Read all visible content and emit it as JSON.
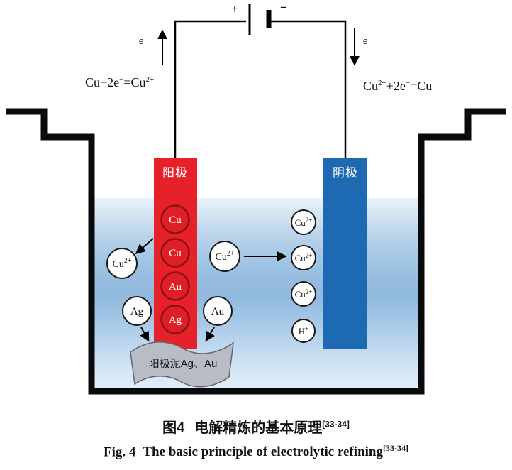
{
  "figure": {
    "battery": {
      "plus": "+",
      "minus": "−"
    },
    "electron": {
      "base": "e",
      "sup": "−"
    },
    "eq_left": {
      "p1": "Cu−2e",
      "s1": "−",
      "p2": "=Cu",
      "s2": "2+"
    },
    "eq_right": {
      "p1": "Cu",
      "s1": "2+",
      "p2": "+2e",
      "s2": "−",
      "p3": "=Cu"
    },
    "anode": {
      "label": "阳极",
      "particles": [
        "Cu",
        "Cu",
        "Au",
        "Ag"
      ]
    },
    "cathode": {
      "label": "阴极"
    },
    "ions": {
      "cu_base": "Cu",
      "cu_sup": "2+",
      "h_base": "H",
      "h_sup": "+",
      "ag": "Ag",
      "au": "Au"
    },
    "slime": {
      "label": "阳极泥Ag、Au"
    }
  },
  "captions": {
    "zh_label": "图4",
    "zh_title": "电解精炼的基本原理",
    "zh_ref": "[33-34]",
    "en_label": "Fig. 4",
    "en_title": "The basic principle of electrolytic refining",
    "en_ref": "[33-34]"
  },
  "colors": {
    "anode": "#e62129",
    "anode_particle": "#de2026",
    "cathode": "#1d6ab3",
    "slime": "#b8bcc4",
    "water_light": "#e9f2fa",
    "water_dark": "#90b9de"
  }
}
